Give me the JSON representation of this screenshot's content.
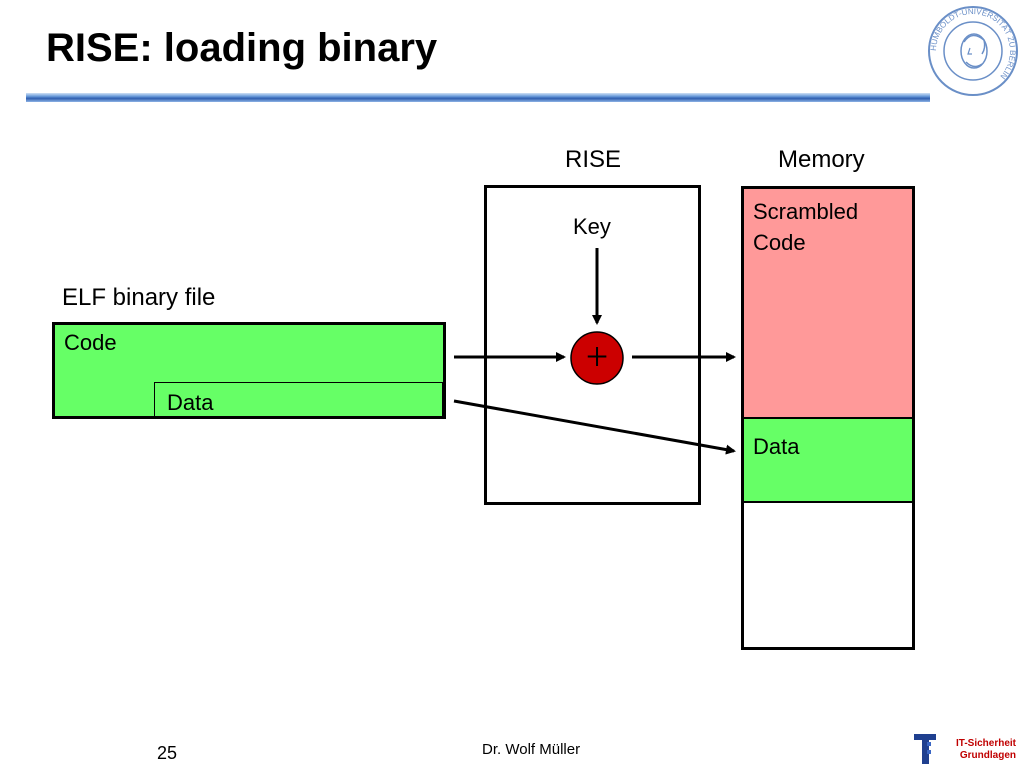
{
  "slide": {
    "title": "RISE: loading binary",
    "page_number": "25",
    "author": "Dr. Wolf Müller"
  },
  "diagram": {
    "elf_label": "ELF binary file",
    "elf_code_label": "Code",
    "elf_data_label": "Data",
    "rise_label": "RISE",
    "key_label": "Key",
    "xor_symbol": "+",
    "memory_label": "Memory",
    "scrambled_line1": "Scrambled",
    "scrambled_line2": "Code",
    "memory_data_label": "Data"
  },
  "branding": {
    "seal_text": "HUMBOLDT-UNIVERSITÄT ZU BERLIN",
    "logo_line1": "IT-Sicherheit",
    "logo_line2": "Grundlagen"
  },
  "colors": {
    "code_green": "#66ff66",
    "scrambled_red": "#ff9999",
    "xor_red": "#cc0000",
    "title_bar_blue": "#3366cc"
  }
}
